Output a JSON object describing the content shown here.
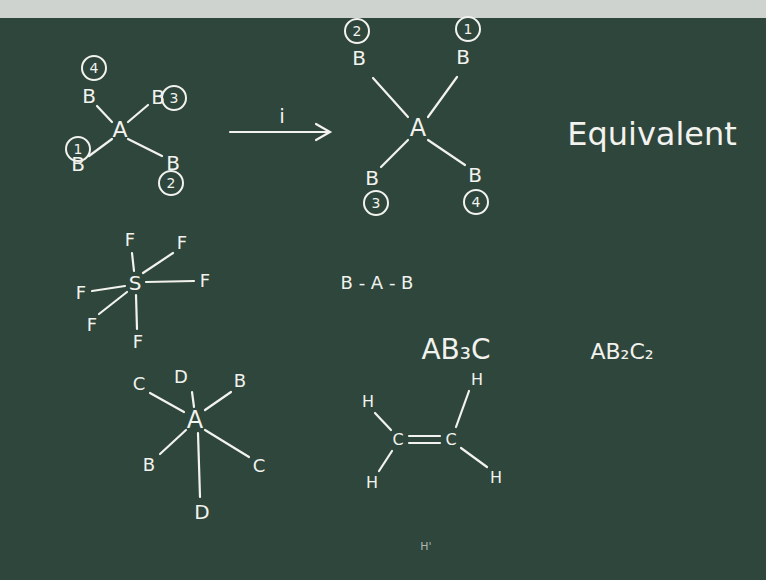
{
  "diagram": {
    "nodes": [
      {
        "text": [
          "4"
        ]
      },
      {
        "text": [
          "3"
        ]
      },
      {
        "text": [
          "1"
        ]
      },
      {
        "text": [
          "2"
        ]
      },
      {
        "text": [
          "2"
        ]
      },
      {
        "text": [
          "1"
        ]
      },
      {
        "text": [
          "3"
        ]
      },
      {
        "text": [
          "4"
        ]
      }
    ],
    "labels": [
      "B",
      "B",
      "A",
      "B",
      "B",
      "i",
      "B",
      "B",
      "A",
      "B",
      "B",
      "Equivalent",
      "F",
      "F",
      "F",
      "S",
      "F",
      "F",
      "F",
      "B - A - B",
      "D",
      "C",
      "B",
      "A",
      "B",
      "C",
      "D",
      "AB₃C",
      "AB₂C₂",
      "H",
      "H",
      "C",
      "C",
      "H",
      "H",
      "H'"
    ]
  }
}
